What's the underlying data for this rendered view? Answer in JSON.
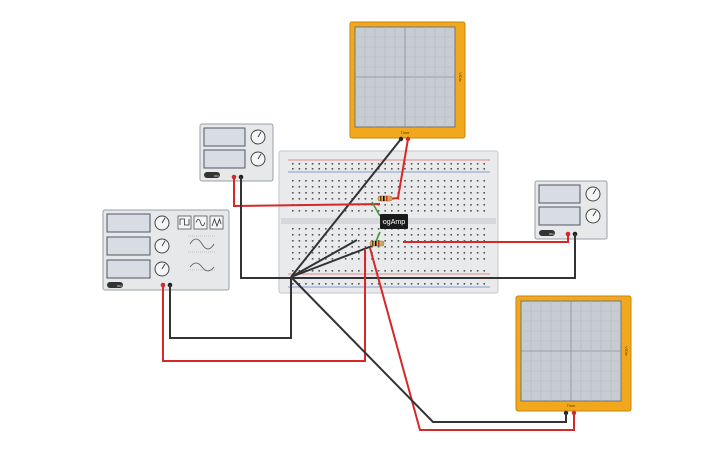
{
  "circuit": {
    "chip_label": "ogAmp",
    "scope_top": {
      "time_label": "Time",
      "volt_label": "V/Div"
    },
    "scope_bottom": {
      "time_label": "Time",
      "volt_label": "V/Div"
    },
    "function_generator": {
      "waveforms": [
        "square",
        "sine",
        "triangle"
      ],
      "on_label": "ON"
    },
    "power_supply_left": {
      "on_label": "ON"
    },
    "power_supply_right": {
      "on_label": "ON"
    },
    "colors": {
      "wire_positive": "#d62828",
      "wire_negative": "#333333",
      "scope_frame": "#f2a81d",
      "chip": "#1a1a1a",
      "breadboard": "#e9eaec"
    }
  }
}
